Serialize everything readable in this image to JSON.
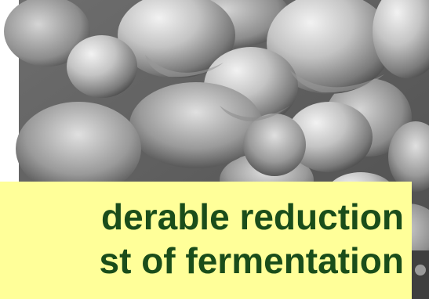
{
  "image": {
    "subject": "micrograph-of-granules",
    "palette": {
      "background": "#8a8a8a",
      "highlight": "#e8e8e8",
      "shadow": "#3a3a3a"
    }
  },
  "caption": {
    "line1": "derable reduction",
    "line2": "st of fermentation",
    "background": "#ffff99",
    "text_color": "#1a4d1a"
  }
}
